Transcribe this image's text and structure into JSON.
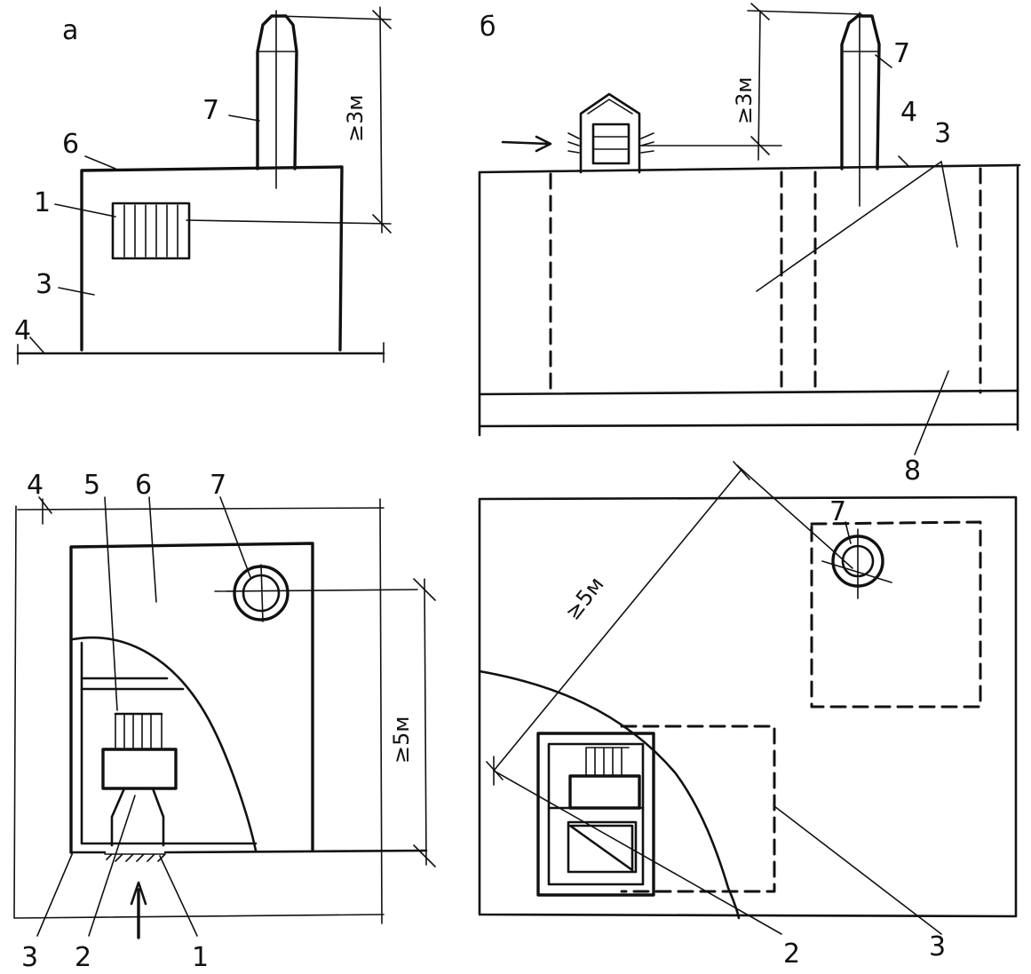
{
  "figure": {
    "panel_a_label": "а",
    "panel_b_label": "б"
  },
  "dimensions": {
    "height_min": "≥3м",
    "distance_min": "≥5м"
  },
  "callouts": {
    "n1": "1",
    "n2": "2",
    "n3": "3",
    "n4": "4",
    "n5": "5",
    "n6": "6",
    "n7": "7",
    "n8": "8"
  }
}
